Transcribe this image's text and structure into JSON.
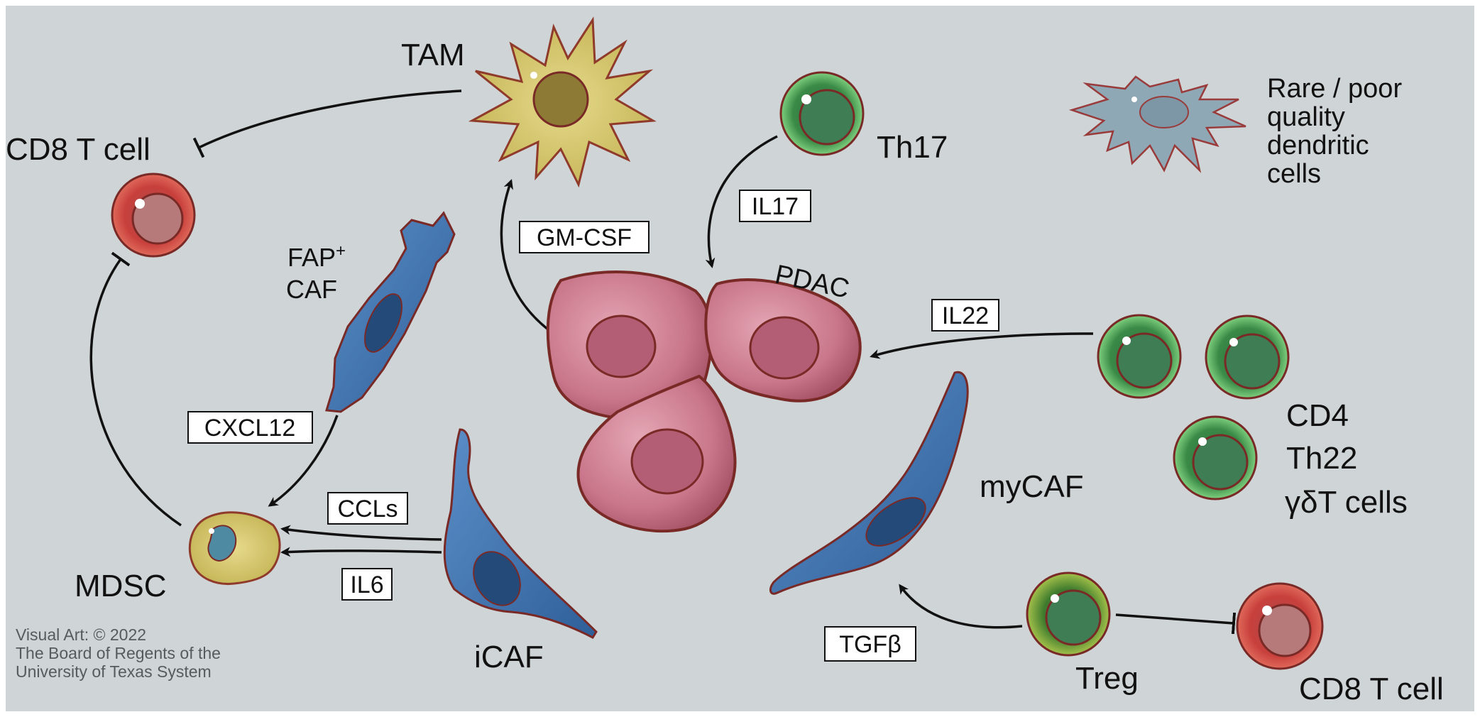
{
  "labels": {
    "tam": "TAM",
    "cd8_top": "CD8 T cell",
    "th17": "Th17",
    "rare_dc": [
      "Rare / poor",
      "quality",
      "dendritic",
      "cells"
    ],
    "fap_caf_line1": "FAP",
    "fap_caf_sup": "+",
    "fap_caf_line2": "CAF",
    "pdac": "PDAC",
    "mdsc": "MDSC",
    "icaf": "iCAF",
    "mycaf": "myCAF",
    "cd4_group": [
      "CD4",
      "Th22",
      "γδT cells"
    ],
    "treg": "Treg",
    "cd8_bottom": "CD8 T cell"
  },
  "signals": {
    "gm_csf": "GM-CSF",
    "il17": "IL17",
    "il22": "IL22",
    "cxcl12": "CXCL12",
    "ccls": "CCLs",
    "il6": "IL6",
    "tgfb": "TGFβ"
  },
  "credit": [
    "Visual Art: © 2022",
    "The Board of Regents of the",
    "University of Texas System"
  ],
  "colors": {
    "background": "#cfd4d6",
    "cancer_fill": "#c9768a",
    "cancer_outline": "#7a2a26",
    "caf_fill": "#3f73ad",
    "tcell_green": "#3f8f4a",
    "tcell_red": "#c0433d",
    "macrophage_yellow": "#d4c46a",
    "dendritic_gray_blue": "#8fa8b6"
  }
}
